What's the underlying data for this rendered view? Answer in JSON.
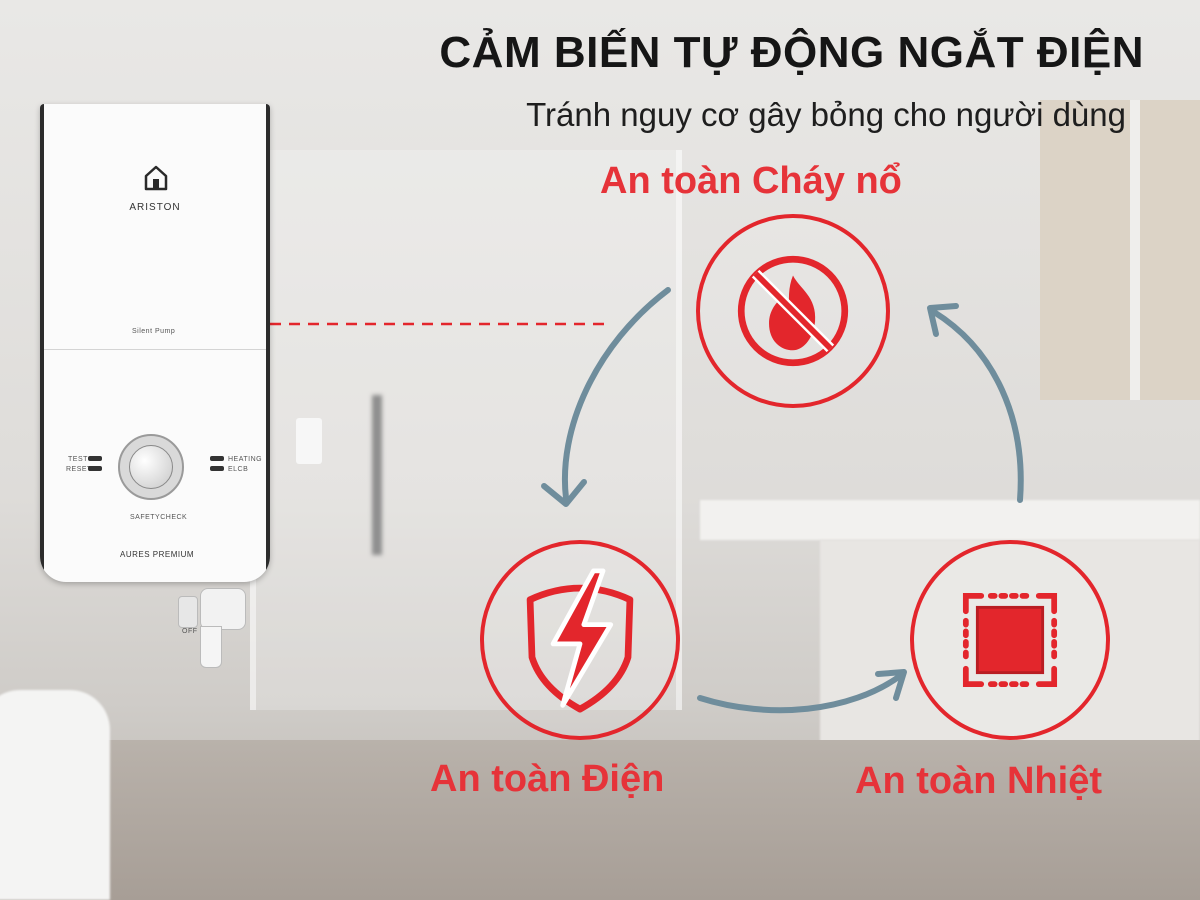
{
  "header": {
    "title": "CẢM BIẾN TỰ ĐỘNG NGẮT ĐIỆN",
    "subtitle": "Tránh nguy cơ gây bỏng cho người dùng"
  },
  "features": [
    {
      "label": "An toàn Cháy nổ",
      "icon": "no-fire-icon"
    },
    {
      "label": "An toàn Điện",
      "icon": "lightning-shield-icon"
    },
    {
      "label": "An toàn Nhiệt",
      "icon": "chip-icon"
    }
  ],
  "product": {
    "brand": "ARISTON",
    "pump_label": "Silent Pump",
    "model": "AURES PREMIUM",
    "test_label": "TEST",
    "reset_label": "RESET",
    "heating_label": "HEATING",
    "elcb_label": "ELCB",
    "safety_label": "SAFETYCHECK",
    "off_label": "OFF"
  },
  "colors": {
    "accent_red": "#e3262c",
    "arrow_blue": "#6f8d9c",
    "text_dark": "#161616"
  }
}
